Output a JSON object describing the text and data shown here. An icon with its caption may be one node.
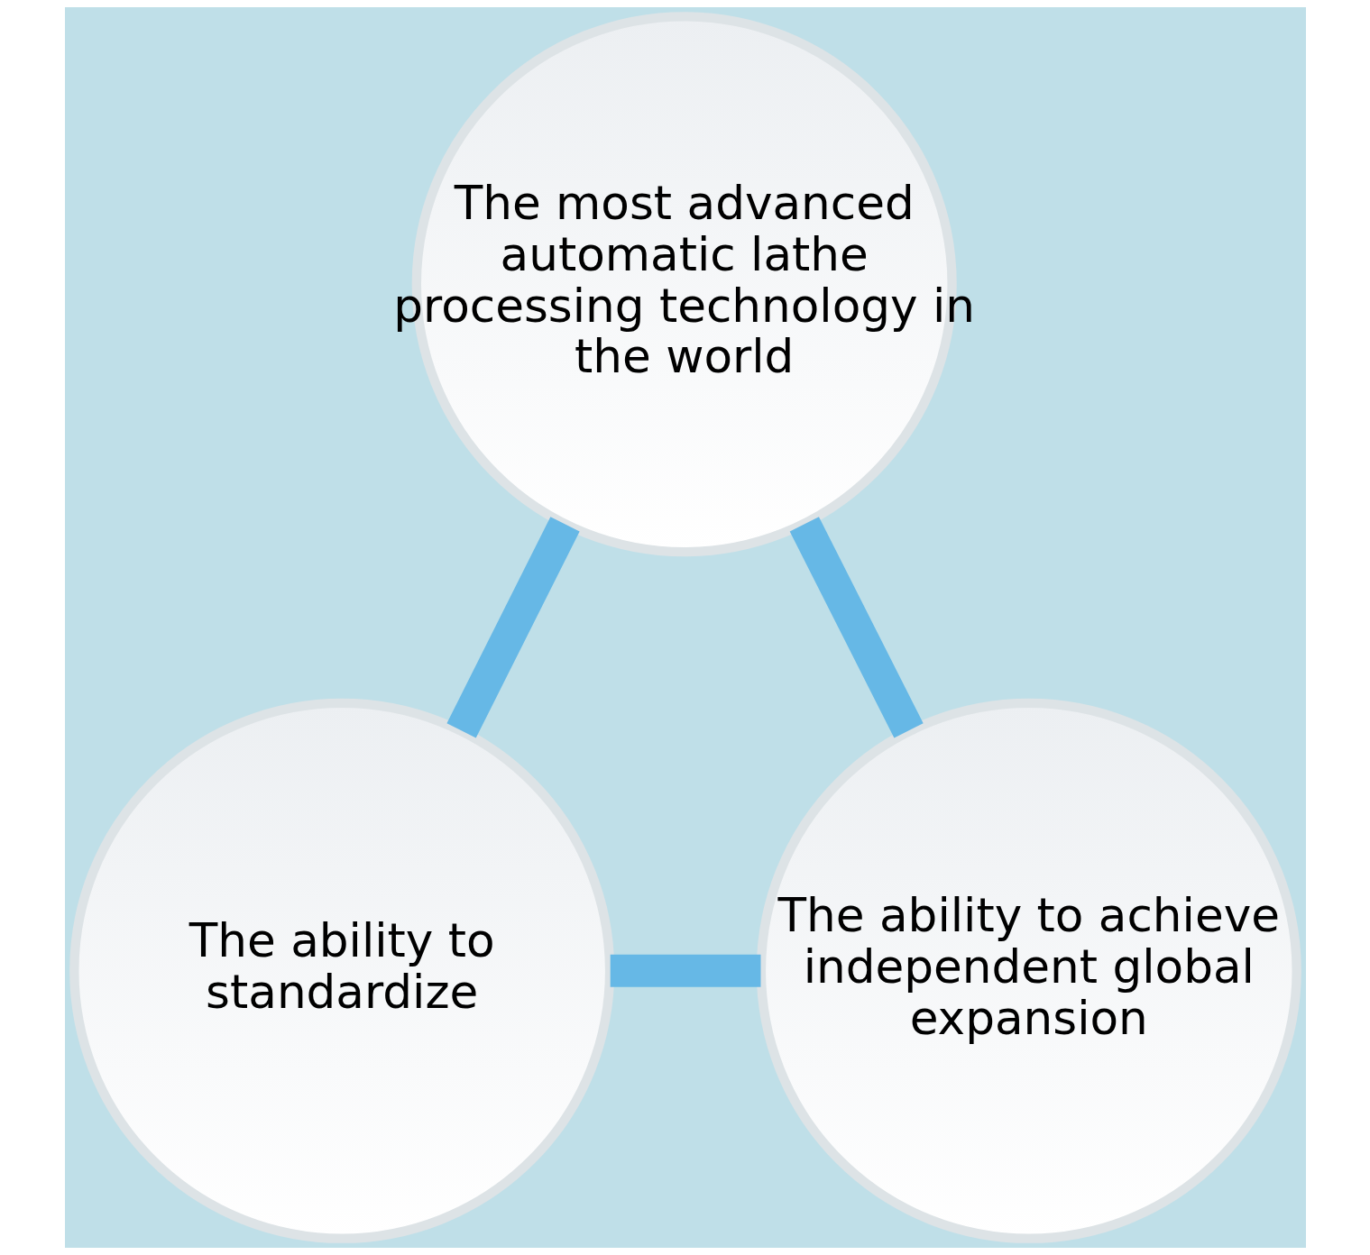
{
  "diagram": {
    "nodes": [
      {
        "text": [
          "The most advanced automatic lathe processing technology in the world"
        ]
      },
      {
        "text": [
          "The ability to achieve independent global expansion"
        ]
      },
      {
        "text": [
          "The ability to standardize"
        ]
      }
    ],
    "edges": [
      {
        "from": 0,
        "to": 2,
        "arrow": "none"
      },
      {
        "from": 2,
        "to": 1,
        "arrow": "none"
      },
      {
        "from": 1,
        "to": 0,
        "arrow": "none"
      }
    ]
  }
}
